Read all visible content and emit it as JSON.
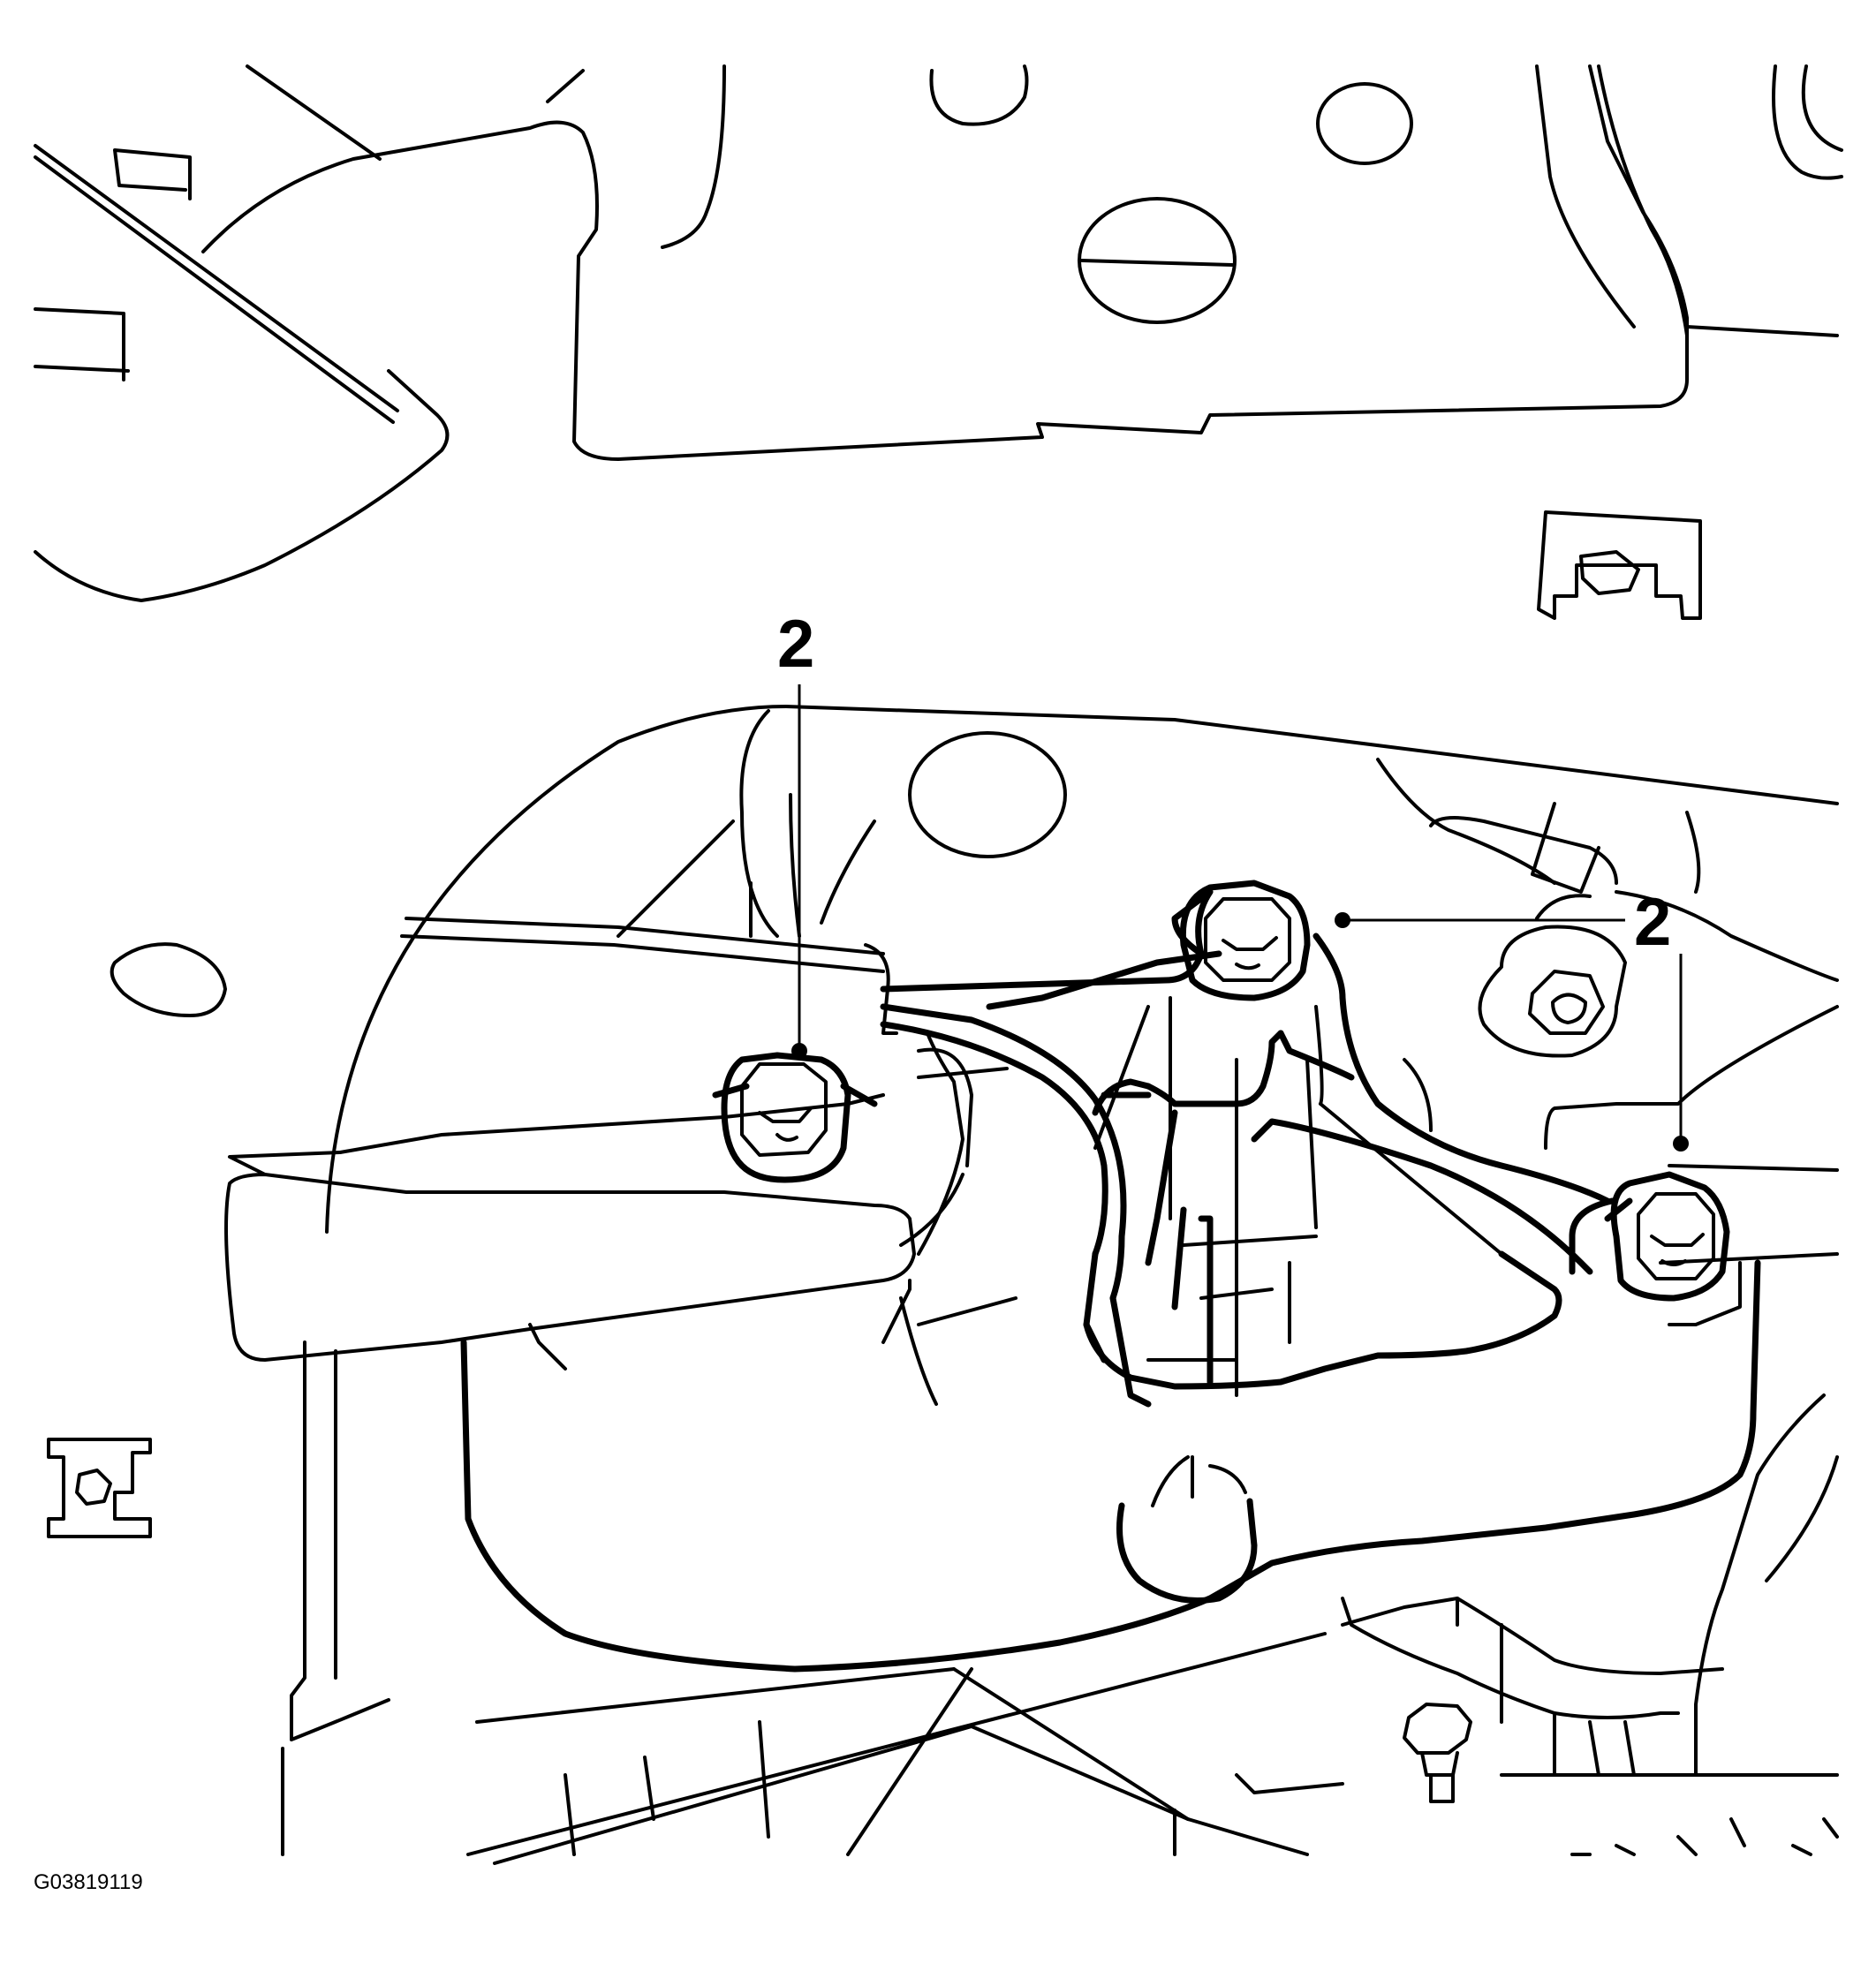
{
  "figure_id": "G03819119",
  "callouts": [
    {
      "id": "bolt-left",
      "label": "2"
    },
    {
      "id": "bolt-middle",
      "label": "2"
    },
    {
      "id": "bolt-right",
      "label": "2"
    }
  ],
  "colors": {
    "line": "#000000",
    "background": "#ffffff"
  }
}
